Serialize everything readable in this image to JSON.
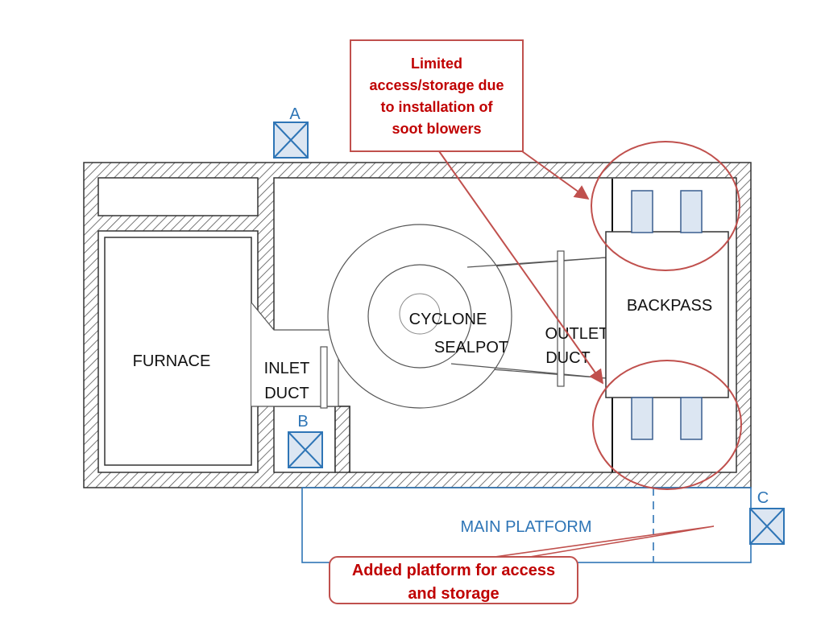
{
  "colors": {
    "wall_line": "#333333",
    "hatch": "#555555",
    "callout_red": "#C00000",
    "circle_red": "#C0504D",
    "marker_blue": "#2E75B6",
    "marker_fill": "#DCE6F2",
    "post_fill": "#DCE6F2",
    "post_stroke": "#3A5F8F"
  },
  "labels": {
    "furnace": "FURNACE",
    "inlet_duct": [
      "INLET",
      "DUCT"
    ],
    "cyclone_sealpot": [
      "CYCLONE",
      "SEALPOT"
    ],
    "outlet_duct": [
      "OUTLET",
      "DUCT"
    ],
    "backpass": "BACKPASS",
    "main_platform": "MAIN PLATFORM"
  },
  "markers": [
    {
      "id": "A",
      "label": "A",
      "icon": "crossed-box-icon"
    },
    {
      "id": "B",
      "label": "B",
      "icon": "crossed-box-icon"
    },
    {
      "id": "C",
      "label": "C",
      "icon": "crossed-box-icon"
    }
  ],
  "callouts": {
    "top": [
      "Limited",
      "access/storage due",
      "to installation of",
      "soot blowers"
    ],
    "bottom": [
      "Added platform for access",
      "and storage"
    ]
  }
}
